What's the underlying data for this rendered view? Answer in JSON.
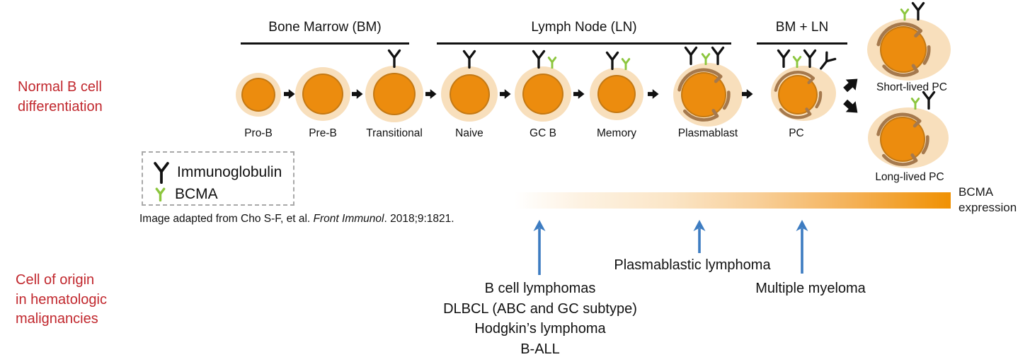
{
  "section_labels": {
    "top_lines": [
      "Normal B cell",
      "differentiation"
    ],
    "bottom_lines": [
      "Cell of origin",
      "in hematologic",
      "malignancies"
    ]
  },
  "headers": [
    {
      "id": "bone-marrow",
      "label": "Bone Marrow (BM)"
    },
    {
      "id": "lymph-node",
      "label": "Lymph Node (LN)"
    },
    {
      "id": "bm-ln",
      "label": "BM + LN"
    }
  ],
  "cells": [
    {
      "label": "Pro-B",
      "antibodies": [],
      "er": false
    },
    {
      "label": "Pre-B",
      "antibodies": [],
      "er": false
    },
    {
      "label": "Transitional",
      "antibodies": [
        "ig"
      ],
      "er": false
    },
    {
      "label": "Naive",
      "antibodies": [
        "ig"
      ],
      "er": false
    },
    {
      "label": "GC B",
      "antibodies": [
        "ig",
        "bcma"
      ],
      "er": false
    },
    {
      "label": "Memory",
      "antibodies": [
        "ig",
        "bcma"
      ],
      "er": false
    },
    {
      "label": "Plasmablast",
      "antibodies": [
        "ig",
        "bcma",
        "ig"
      ],
      "er": true
    },
    {
      "label": "PC",
      "antibodies": [
        "ig",
        "bcma",
        "ig",
        "ig"
      ],
      "er": true
    },
    {
      "label": "Short-lived PC",
      "antibodies": [
        "bcma",
        "ig"
      ],
      "er": true
    },
    {
      "label": "Long-lived PC",
      "antibodies": [
        "bcma",
        "ig"
      ],
      "er": true
    }
  ],
  "legend": {
    "items": [
      {
        "icon": "immunoglobulin-y-icon",
        "label": "Immunoglobulin"
      },
      {
        "icon": "bcma-y-icon",
        "label": "BCMA"
      }
    ]
  },
  "citation": {
    "prefix": "Image adapted from Cho S-F, et al. ",
    "journal": "Front Immunol",
    "suffix": ". 2018;9:1821."
  },
  "gradient_bar": {
    "label_lines": [
      "BCMA",
      "expression"
    ],
    "start_color": "#ffffff",
    "end_color": "#f09103"
  },
  "malignancies": {
    "groups": [
      {
        "lines": [
          "B cell lymphomas",
          "DLBCL (ABC and GC subtype)",
          "Hodgkin’s lymphoma",
          "B-ALL"
        ]
      },
      {
        "lines": [
          "Plasmablastic lymphoma"
        ]
      },
      {
        "lines": [
          "Multiple myeloma"
        ]
      }
    ]
  },
  "colors": {
    "red": "#c1272d",
    "black": "#111111",
    "bcma_green": "#8cc63e",
    "blue": "#3d7cc1",
    "cell_body": "#f8dfbc",
    "nucleus": "#ec8c0e",
    "er_brown": "#a5794d",
    "bar_end": "#f09103"
  }
}
